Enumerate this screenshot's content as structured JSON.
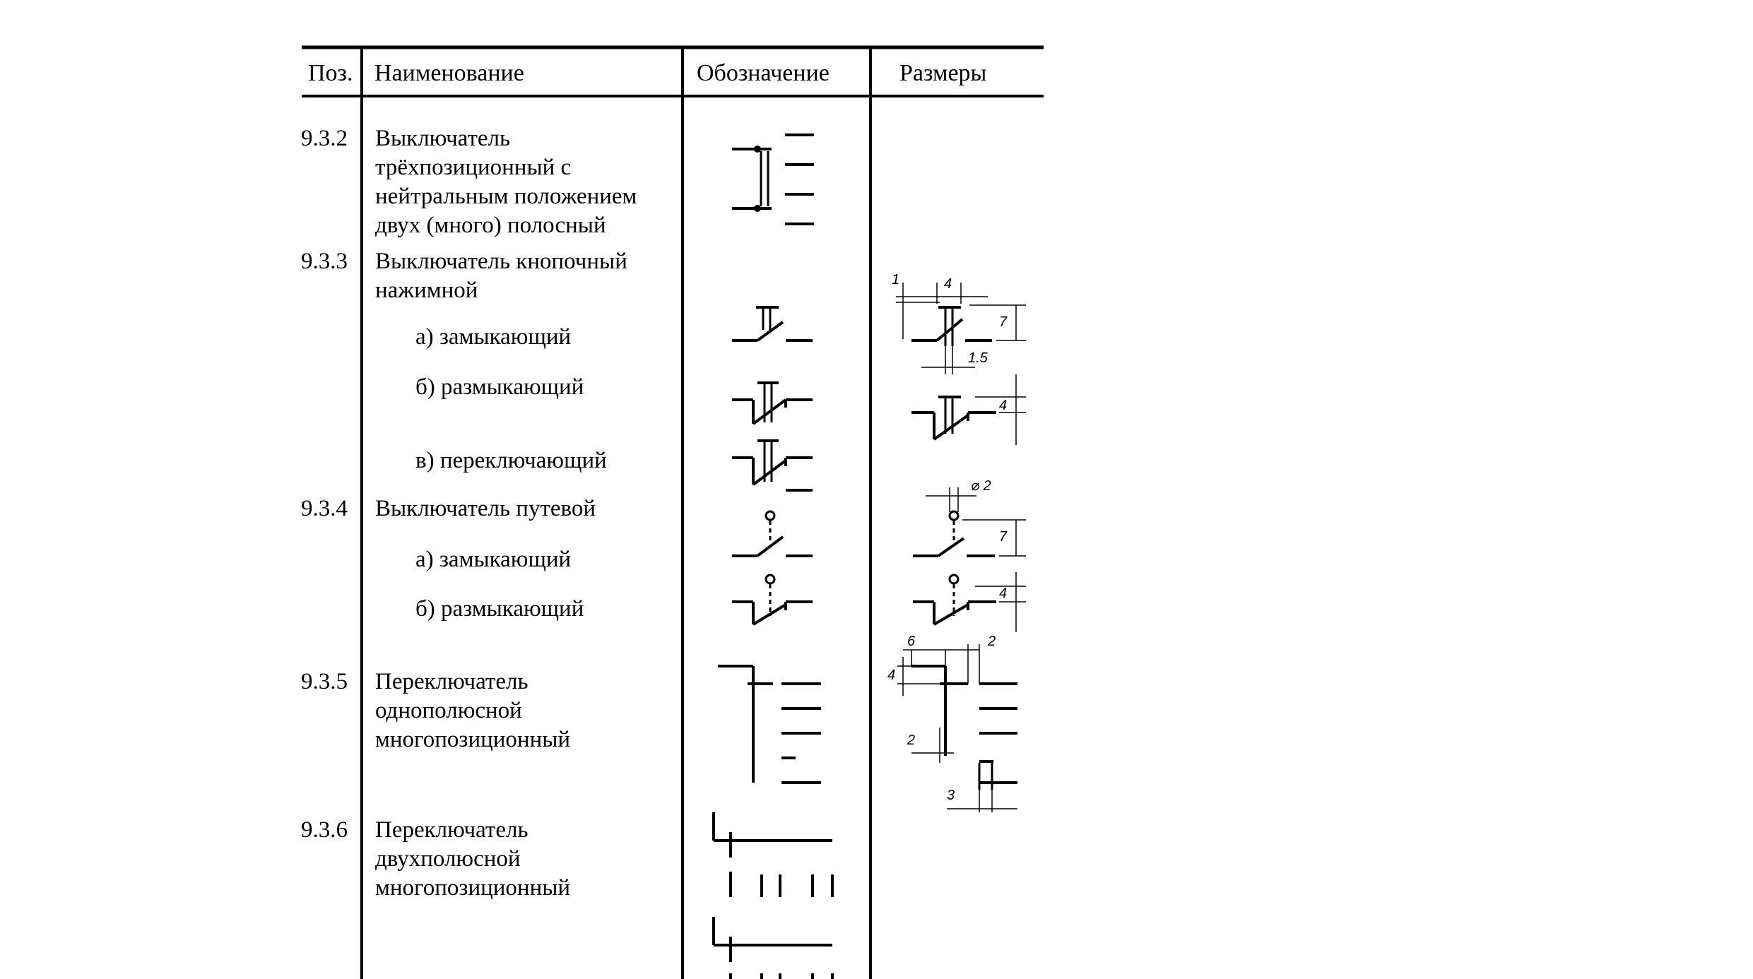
{
  "header": {
    "pos": "Поз.",
    "name": "Наименование",
    "designation": "Обозначение",
    "sizes": "Размеры"
  },
  "rows": [
    {
      "pos": "9.3.2",
      "lines": [
        "Выключатель",
        "трёхпозиционный с",
        "нейтральным положением",
        "двух (много) полосный"
      ]
    },
    {
      "pos": "9.3.3",
      "lines": [
        "Выключатель кнопочный",
        "нажимной"
      ],
      "sub": [
        "а) замыкающий",
        "б) размыкающий",
        "в) переключающий"
      ]
    },
    {
      "pos": "9.3.4",
      "lines": [
        "Выключатель путевой"
      ],
      "sub": [
        "а) замыкающий",
        "б) размыкающий"
      ]
    },
    {
      "pos": "9.3.5",
      "lines": [
        "Переключатель",
        "однополюсной",
        "многопозиционный"
      ]
    },
    {
      "pos": "9.3.6",
      "lines": [
        "Переключатель",
        "двухполюсной",
        "многопозиционный"
      ]
    }
  ],
  "dimensions": {
    "push_closing": [
      "1",
      "4",
      "7",
      "1.5"
    ],
    "push_opening": [
      "4"
    ],
    "limit_diameter": "⌀ 2",
    "limit_closing": [
      "7"
    ],
    "limit_opening": [
      "4"
    ],
    "selector": [
      "6",
      "2",
      "4",
      "2",
      "3"
    ]
  },
  "colors": {
    "ink": "#000000",
    "paper": "#ffffff"
  }
}
